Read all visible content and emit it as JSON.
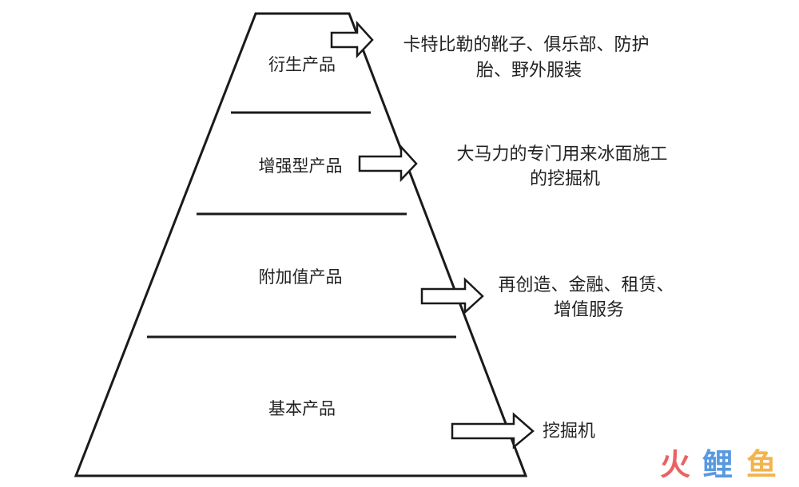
{
  "tiers": [
    {
      "label": "衍生产品",
      "description": [
        "卡特比勒的靴子、俱乐部、防护",
        "胎、野外服装"
      ]
    },
    {
      "label": "增强型产品",
      "description": [
        "大马力的专门用来冰面施工",
        "的挖掘机"
      ]
    },
    {
      "label": "附加值产品",
      "description": [
        "再创造、金融、租赁、",
        "增值服务"
      ]
    },
    {
      "label": "基本产品",
      "description": [
        "挖掘机"
      ]
    }
  ],
  "watermark": {
    "text": "火鲤鱼",
    "colors": [
      "#e53b3b",
      "#2f7fd8",
      "#f0a020"
    ]
  }
}
